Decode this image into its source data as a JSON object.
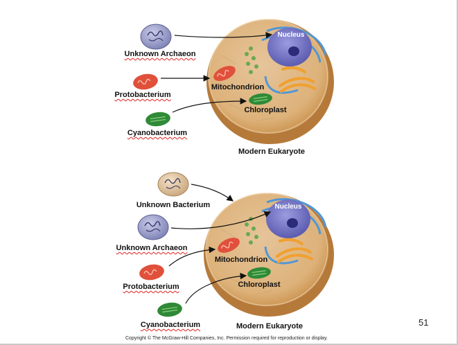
{
  "top_panel": {
    "unknown_archaeon": "Unknown Archaeon",
    "protobacterium": "Protobacterium",
    "cyanobacterium": "Cyanobacterium",
    "nucleus": "Nucleus",
    "mitochondrion": "Mitochondrion",
    "chloroplast": "Chloroplast",
    "cell_title": "Modern Eukaryote"
  },
  "bottom_panel": {
    "unknown_bacterium": "Unknown Bacterium",
    "unknown_archaeon": "Unknown Archaeon",
    "protobacterium": "Protobacterium",
    "cyanobacterium": "Cyanobacterium",
    "nucleus": "Nucleus",
    "mitochondrion": "Mitochondrion",
    "chloroplast": "Chloroplast",
    "cell_title": "Modern Eukaryote"
  },
  "page_number": "51",
  "copyright": "Copyright © The McGraw-Hill Companies, Inc. Permission required for reproduction or display.",
  "colors": {
    "cell_fill": "#e8bc82",
    "cell_edge": "#b77a3c",
    "archaeon": "#8a8fbf",
    "bacterium": "#dcc09a",
    "mitochondrion": "#e0503a",
    "chloroplast": "#2f8a38",
    "nucleus": "#6f6fc2",
    "er": "#5aa8e0",
    "golgi": "#f0a030"
  }
}
